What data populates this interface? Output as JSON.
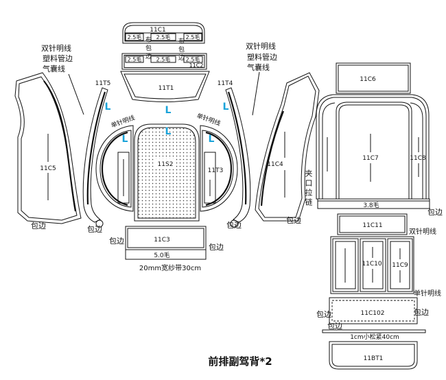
{
  "title": "前排副驾背*2",
  "colors": {
    "line": "#111111",
    "marker": "#1aa3d9",
    "background": "#ffffff"
  },
  "markers": [
    "L",
    "L",
    "L",
    "L",
    "L",
    "L"
  ],
  "pieces": {
    "c1": {
      "label": "11C1",
      "allowances": [
        "2.5毛",
        "2.5毛",
        "2.5毛"
      ]
    },
    "c2": {
      "label": "11C2",
      "allowances": [
        "2.5毛",
        "2.5毛",
        "2.5毛"
      ]
    },
    "t1": {
      "label": "11T1"
    },
    "t5": {
      "label": "11T5"
    },
    "t4": {
      "label": "11T4"
    },
    "s2": {
      "label": "11S2"
    },
    "t3": {
      "label": "11T3"
    },
    "c5": {
      "label": "11C5"
    },
    "c4": {
      "label": "11C4"
    },
    "c3": {
      "label": "11C3",
      "allowance": "5.0毛"
    },
    "c6": {
      "label": "11C6"
    },
    "c7": {
      "label": "11C7",
      "allowance": "3.8毛"
    },
    "c8": {
      "label": "11C8"
    },
    "c11": {
      "label": "11C11"
    },
    "c10": {
      "label": "11C10"
    },
    "c9": {
      "label": "11C9"
    },
    "c102": {
      "label": "11C102"
    },
    "bt1": {
      "label": "11BT1"
    }
  },
  "notes": {
    "left_stack": [
      "双针明线",
      "塑料管边",
      "气囊线"
    ],
    "right_stack": [
      "双针明线",
      "塑料管边",
      "气囊线"
    ],
    "fabric_binding": [
      "布包边",
      "布包边"
    ],
    "single_stitch_top": [
      "单针明线",
      "单针明线"
    ],
    "binding": [
      "包边",
      "包边",
      "包边",
      "包边",
      "包边",
      "包边",
      "包边",
      "包边",
      "包边",
      "包边"
    ],
    "tape": "20mm宽纱带30cm",
    "zipper": "夹口拉链",
    "double_stitch": "双针明线",
    "single_stitch": "单针明线",
    "elastic": "1cm小松紧40cm"
  }
}
